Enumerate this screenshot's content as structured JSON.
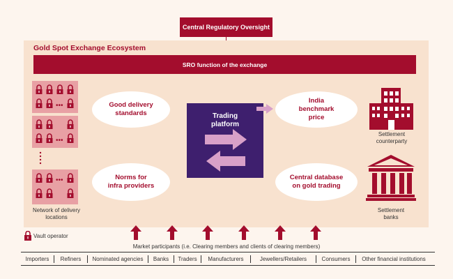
{
  "central_oversight": "Central Regulatory Oversight",
  "ecosystem_title": "Gold Spot Exchange Ecosystem",
  "sro_bar": "SRO function of the exchange",
  "ellipses": {
    "good_delivery": "Good delivery standards",
    "norms": "Norms for infra providers",
    "benchmark": "India benchmark price",
    "central_db": "Central database on gold trading"
  },
  "trading_platform": "Trading platform",
  "delivery_network_label": "Network of delivery locations",
  "settlement_counterparty_label": "Settlement counterparty",
  "settlement_banks_label": "Settlement banks",
  "vault_operator_label": "Vault operator",
  "market_participants_label": "Market participants (i.e. Clearing members and clients of clearing members)",
  "participants": [
    "Importers",
    "Refiners",
    "Nominated agencies",
    "Banks",
    "Traders",
    "Manufacturers",
    "Jewellers/Retailers",
    "Consumers",
    "Other financial institutions"
  ],
  "colors": {
    "maroon": "#a30d2d",
    "purple": "#3e1f6e",
    "pink_arrow": "#d8a0c8",
    "beige": "#f8e2cf"
  }
}
